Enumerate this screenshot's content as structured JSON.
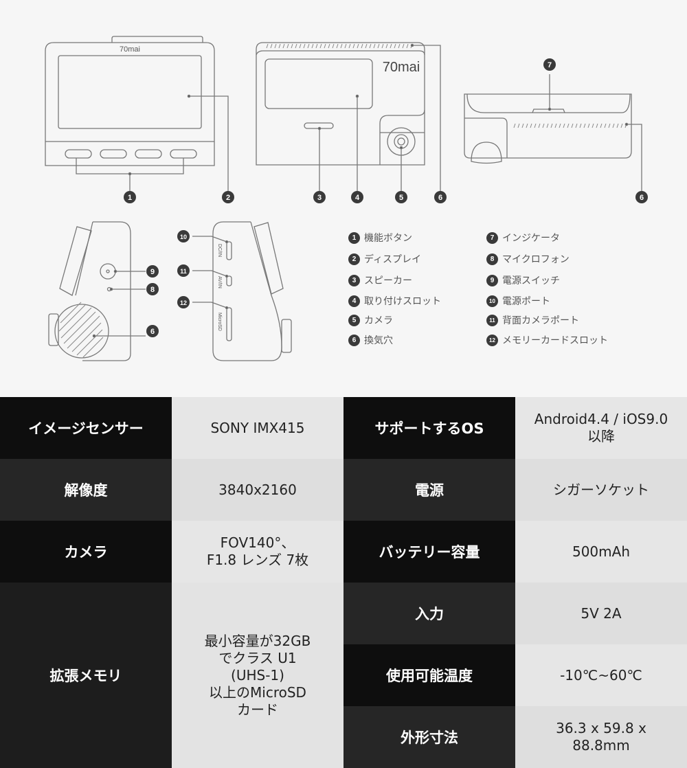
{
  "diagram": {
    "brand_logo": "70mai",
    "port_labels": {
      "dc_in": "DC/IN",
      "av_in": "AV/IN",
      "microsd": "MicroSD"
    },
    "callout_numbers": [
      "1",
      "2",
      "3",
      "4",
      "5",
      "6",
      "7",
      "8",
      "9",
      "10",
      "11",
      "12"
    ],
    "legend": [
      {
        "num": "1",
        "label": "機能ボタン"
      },
      {
        "num": "2",
        "label": "ディスプレイ"
      },
      {
        "num": "3",
        "label": "スピーカー"
      },
      {
        "num": "4",
        "label": "取り付けスロット"
      },
      {
        "num": "5",
        "label": "カメラ"
      },
      {
        "num": "6",
        "label": "換気穴"
      },
      {
        "num": "7",
        "label": "インジケータ"
      },
      {
        "num": "8",
        "label": "マイクロフォン"
      },
      {
        "num": "9",
        "label": "電源スイッチ"
      },
      {
        "num": "10",
        "label": "電源ポート"
      },
      {
        "num": "11",
        "label": "背面カメラポート"
      },
      {
        "num": "12",
        "label": "メモリーカードスロット"
      }
    ]
  },
  "specs": {
    "left": [
      {
        "label": "イメージセンサー",
        "value": "SONY IMX415"
      },
      {
        "label": "解像度",
        "value": "3840x2160"
      },
      {
        "label": "カメラ",
        "value": "FOV140°、\nF1.8 レンズ 7枚"
      },
      {
        "label": "拡張メモリ",
        "value": "最小容量が32GB\nでクラス U1\n(UHS-1)\n以上のMicroSD\nカード"
      }
    ],
    "right": [
      {
        "label": "サポートするOS",
        "value": "Android4.4 / iOS9.0\n以降"
      },
      {
        "label": "電源",
        "value": "シガーソケット"
      },
      {
        "label": "バッテリー容量",
        "value": "500mAh"
      },
      {
        "label": "入力",
        "value": "5V 2A"
      },
      {
        "label": "使用可能温度",
        "value": "-10℃~60℃"
      },
      {
        "label": "外形寸法",
        "value": "36.3 x 59.8 x\n88.8mm"
      }
    ]
  }
}
